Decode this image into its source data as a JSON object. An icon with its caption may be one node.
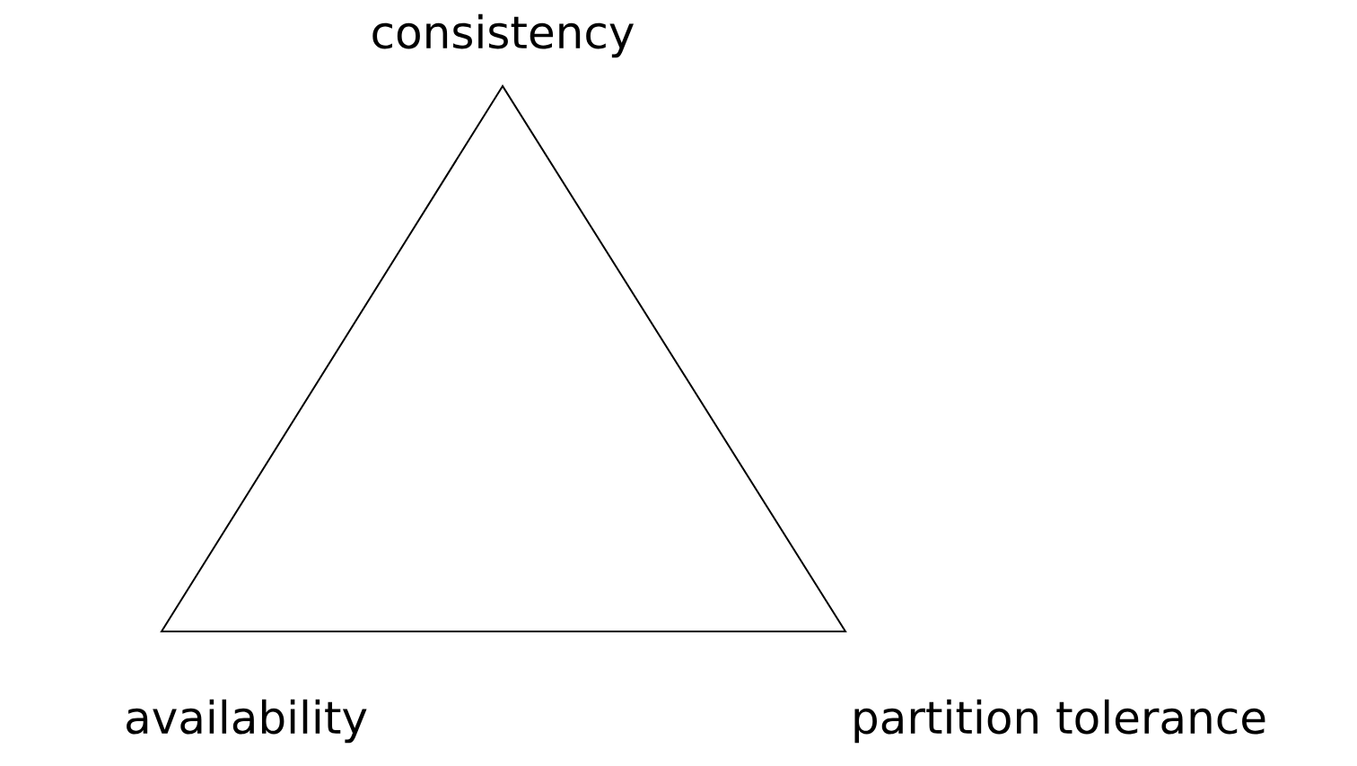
{
  "diagram": {
    "labels": [
      "consistency",
      "availability",
      "partition tolerance"
    ]
  }
}
